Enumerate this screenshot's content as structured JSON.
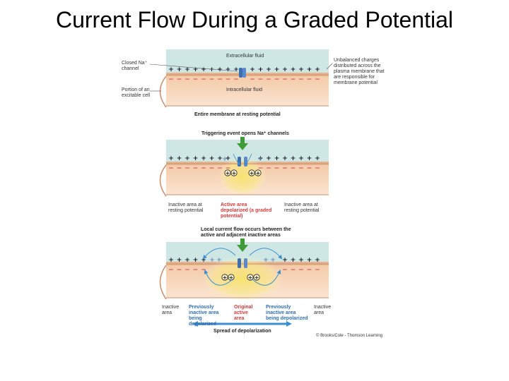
{
  "title": "Current Flow During a Graded Potential",
  "panel1": {
    "extracellular": "Extracellular fluid",
    "intracellular": "Intracellular fluid",
    "closed_channel": "Closed Na⁺ channel",
    "portion_cell": "Portion of an excitable cell",
    "unbalanced": "Unbalanced charges distributed across the plasma membrane that are responsible for membrane potential",
    "caption": "Entire membrane at resting potential"
  },
  "panel2": {
    "trigger": "Triggering event opens Na⁺ channels",
    "inactive_left": "Inactive area at resting potential",
    "active": "Active area depolarized (a graded potential)",
    "inactive_right": "Inactive area at resting potential"
  },
  "panel3": {
    "caption": "Local current flow occurs between the active and adjacent inactive areas",
    "inactive_left": "Inactive area",
    "prev_left": "Previously inactive area being depolarized",
    "original": "Original active area",
    "prev_right": "Previously inactive area being depolarized",
    "inactive_right": "Inactive area",
    "spread": "Spread of depolarization"
  },
  "credit": "© Brooks/Cole - Thomson Learning",
  "colors": {
    "extracellular": "#cfe7e4",
    "cytoplasm": "#f6d6bd",
    "membrane": "#e7b48e",
    "plus": "#1a1a2e",
    "minus": "#d94a5a",
    "channel": "#3d6fb0",
    "arrow_green": "#3f9a3a",
    "arrow_blue": "#3b8fd0",
    "glow": "#f7e26b"
  }
}
